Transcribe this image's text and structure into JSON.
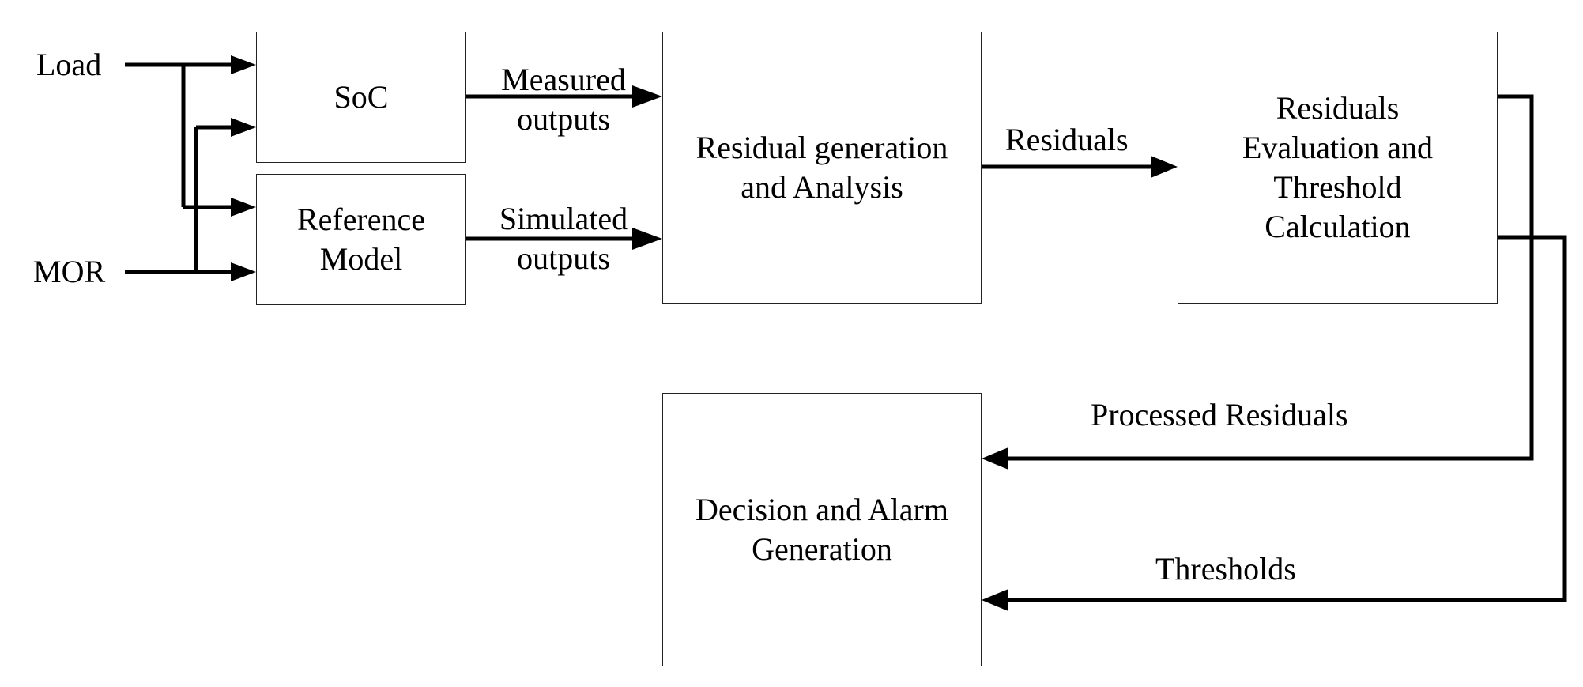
{
  "inputs": {
    "load": "Load",
    "mor": "MOR"
  },
  "blocks": {
    "soc": "SoC",
    "reference_model": "Reference\nModel",
    "residual_generation": "Residual generation\nand Analysis",
    "residuals_evaluation": "Residuals\nEvaluation and\nThreshold\nCalculation",
    "decision_alarm": "Decision and Alarm\nGeneration"
  },
  "signals": {
    "measured_outputs": "Measured\noutputs",
    "simulated_outputs": "Simulated\noutputs",
    "residuals": "Residuals",
    "processed_residuals": "Processed Residuals",
    "thresholds": "Thresholds"
  },
  "colors": {
    "line": "#000000",
    "box_border": "#222222",
    "background": "#ffffff"
  }
}
